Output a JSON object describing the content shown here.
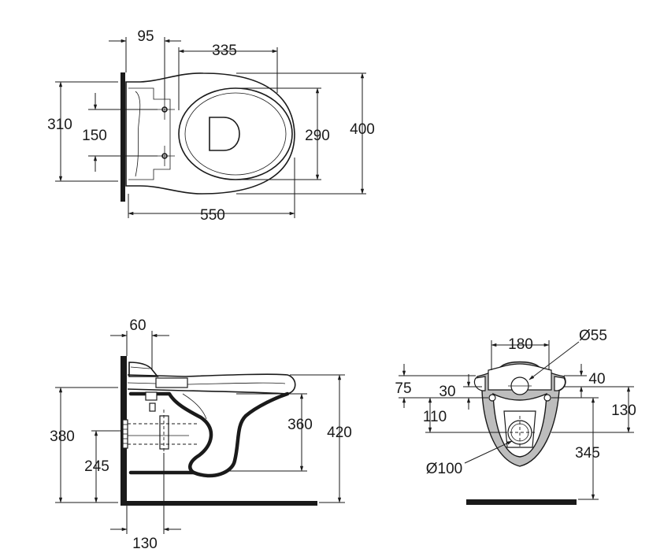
{
  "top_view": {
    "dimensions": [
      "95",
      "335",
      "310",
      "150",
      "290",
      "400",
      "550"
    ]
  },
  "side_view": {
    "dimensions": [
      "60",
      "380",
      "245",
      "360",
      "420",
      "130"
    ]
  },
  "front_view": {
    "dimensions": [
      "180",
      "Ø55",
      "75",
      "30",
      "40",
      "110",
      "130",
      "345",
      "Ø100"
    ]
  }
}
